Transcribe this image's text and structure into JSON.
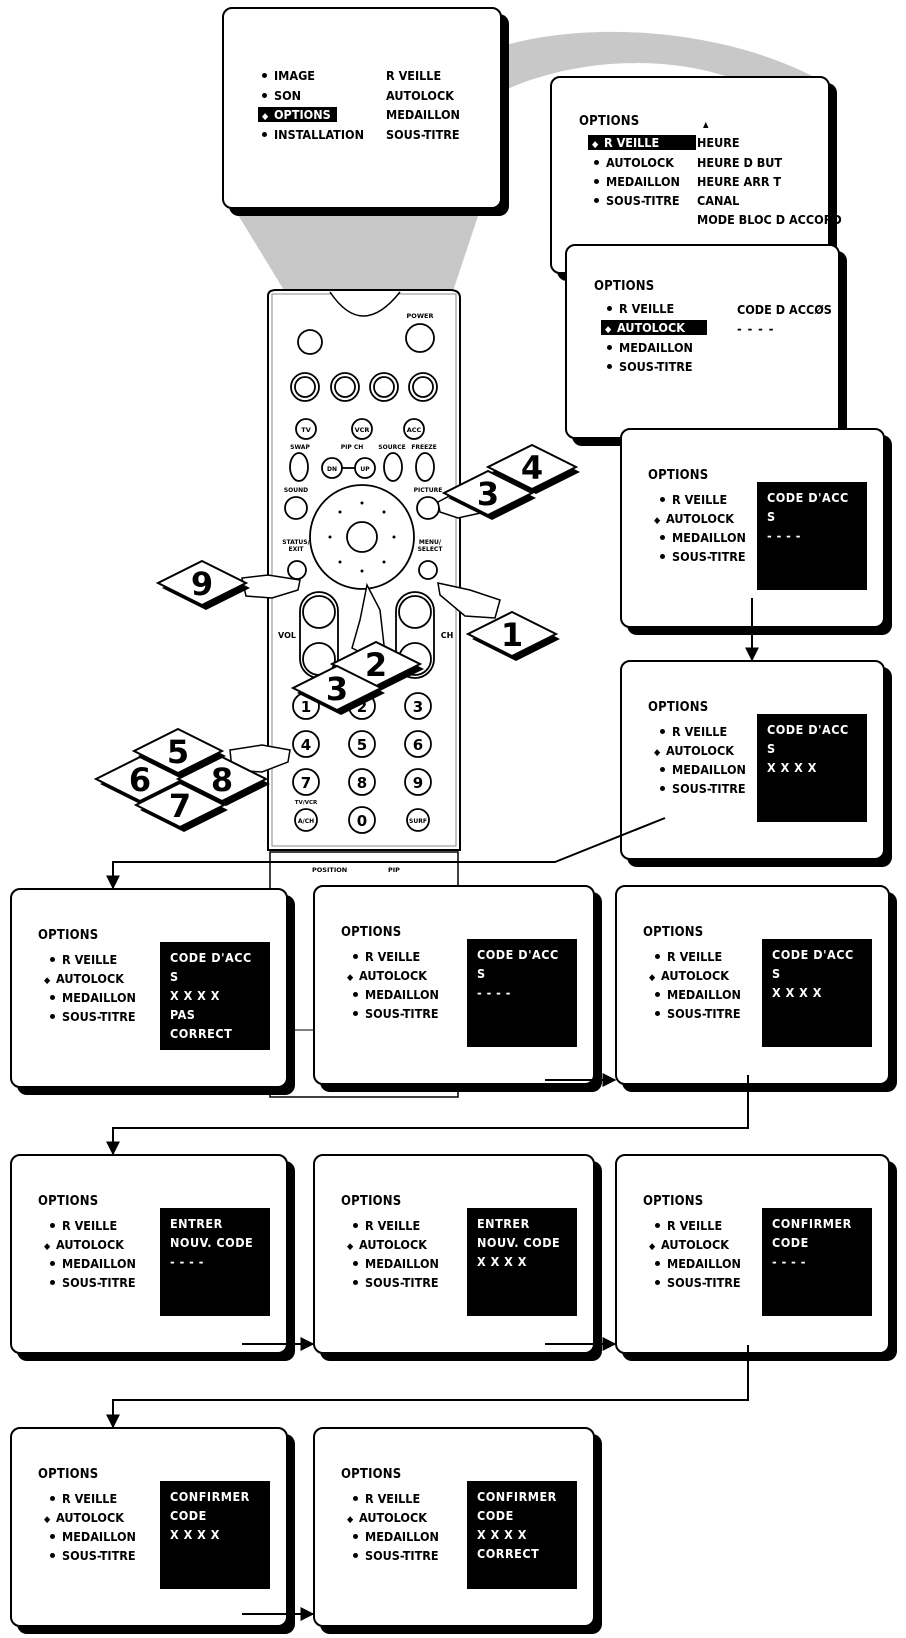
{
  "main_menu": {
    "left": [
      "IMAGE",
      "SON",
      "OPTIONS",
      "INSTALLATION"
    ],
    "right": [
      "R VEILLE",
      "AUTOLOCK",
      "MEDAILLON",
      "SOUS-TITRE"
    ]
  },
  "options_title": "OPTIONS",
  "options_items": [
    "R VEILLE",
    "AUTOLOCK",
    "MEDAILLON",
    "SOUS-TITRE"
  ],
  "rveille_screen": {
    "arrow": "▲",
    "submenu": [
      "HEURE",
      "HEURE D BUT",
      "HEURE ARR T",
      "CANAL",
      "MODE BLOC D ACCORD"
    ]
  },
  "code_screen": {
    "label": "CODE D ACCØS",
    "dashes": "- - - -"
  },
  "screens": [
    {
      "lines": [
        "CODE D'ACC S",
        "- - - -"
      ]
    },
    {
      "lines": [
        "CODE D'ACC S",
        "X X X X"
      ]
    },
    {
      "lines": [
        "CODE D'ACC S",
        "X X X X",
        "PAS CORRECT"
      ]
    },
    {
      "lines": [
        "CODE D'ACC S",
        "- - - -"
      ]
    },
    {
      "lines": [
        "CODE D'ACC S",
        "X X X X"
      ]
    },
    {
      "lines": [
        "ENTRER",
        "NOUV. CODE",
        "- - - -"
      ]
    },
    {
      "lines": [
        "ENTRER",
        "NOUV. CODE",
        "X X X X"
      ]
    },
    {
      "lines": [
        "CONFIRMER",
        "CODE",
        "- - - -"
      ]
    },
    {
      "lines": [
        "CONFIRMER",
        "CODE",
        "X X X X"
      ]
    },
    {
      "lines": [
        "CONFIRMER",
        "CODE",
        "X X X X",
        "CORRECT"
      ]
    }
  ],
  "remote": {
    "labels": {
      "power": "POWER",
      "tv": "TV",
      "vcr": "VCR",
      "acc": "ACC",
      "swap": "SWAP",
      "pip_ch": "PIP CH",
      "source": "SOURCE",
      "freeze": "FREEZE",
      "dn": "DN",
      "up": "UP",
      "sound": "SOUND",
      "picture": "PICTURE",
      "status_exit_1": "STATUS/",
      "status_exit_2": "EXIT",
      "menu_select_1": "MENU/",
      "menu_select_2": "SELECT",
      "vol": "VOL",
      "ch": "CH",
      "tvvcr": "TV/VCR",
      "ach": "A/CH",
      "surf": "SURF",
      "position": "POSITION",
      "pip": "PIP"
    },
    "numbers": [
      "1",
      "2",
      "3",
      "4",
      "5",
      "6",
      "7",
      "8",
      "9",
      "0"
    ]
  },
  "step_labels": [
    "1",
    "2",
    "3",
    "3",
    "4",
    "5",
    "6",
    "7",
    "8",
    "9"
  ]
}
